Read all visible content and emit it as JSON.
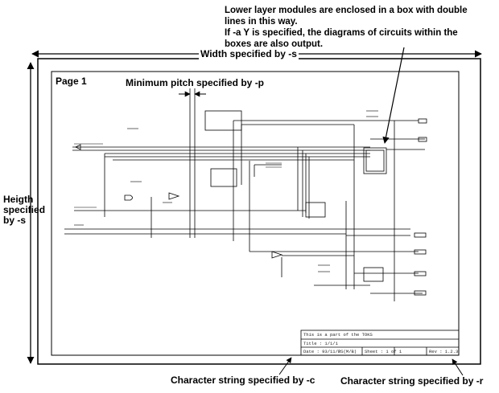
{
  "annotations": {
    "note_line1": "Lower layer modules are enclosed in a box with double",
    "note_line2": "lines in this way.",
    "note_line3": "If -a Y is specified, the diagrams of circuits within the",
    "note_line4": "boxes are also output.",
    "width_label": "Width specified by -s",
    "height_line1": "Heigth",
    "height_line2": "specified",
    "height_line3": "by -s",
    "page_label": "Page 1",
    "pitch_label": "Minimum pitch specified by -p",
    "c_label": "Character string specified by -c",
    "r_label": "Character string specified by -r"
  },
  "title_block": {
    "line1": "This is a part of the TOKS",
    "line2": "Title : 1/1/1",
    "date": "Date : 93/11/3",
    "unit": "PS(M/B)",
    "sheet": "Sheet : 1   of 1",
    "rev": "Rev :  1.2.3"
  }
}
